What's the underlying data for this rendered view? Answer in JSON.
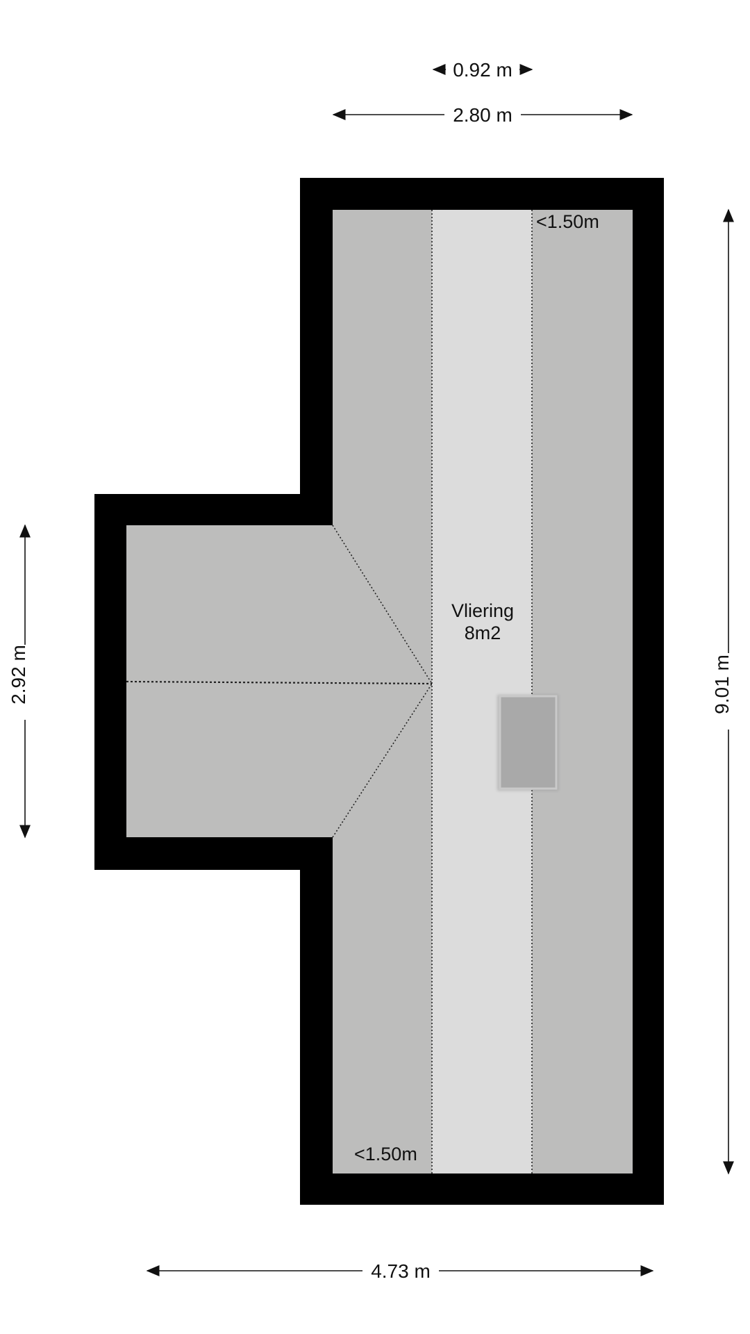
{
  "dimensions": {
    "top_small": "0.92 m",
    "top_wide": "2.80 m",
    "bottom": "4.73 m",
    "left": "2.92 m",
    "right": "9.01 m"
  },
  "room": {
    "name": "Vliering",
    "area": "8m2"
  },
  "height_notes": {
    "top_right": "<1.50m",
    "bottom_left": "<1.50m"
  },
  "colors": {
    "wall": "#000000",
    "floor_low": "#bdbdbc",
    "floor_high": "#dcdcdc",
    "hatch": "#a9a9a9",
    "dimension_line": "#111111"
  }
}
